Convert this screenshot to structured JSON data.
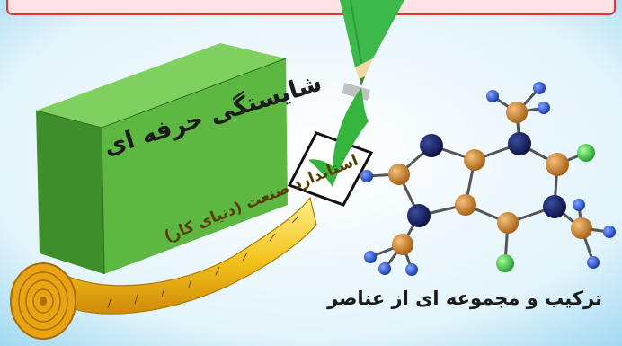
{
  "caption": "ترکیب و مجموعه ای از عناصر",
  "brick_text": "شایستگی حرفه ای",
  "tape_text": "استاندارد صنعت (دنیای کار)",
  "icons": {
    "brick": "green-brick-icon",
    "pencil": "green-pencil-icon",
    "checkbox": "checkbox-icon",
    "molecule": "molecule-icon",
    "tape": "measuring-tape-icon"
  },
  "colors": {
    "sky": "#bfe6f7",
    "banner_fill": "#fde3e3",
    "banner_border": "#e0383a",
    "brick": "#5db842",
    "carbon": "#c07a22",
    "nitrogen": "#16236b",
    "hydrogen": "#1f4fd6",
    "chlorine": "#3ed14a",
    "tape": "#f2c21b"
  }
}
